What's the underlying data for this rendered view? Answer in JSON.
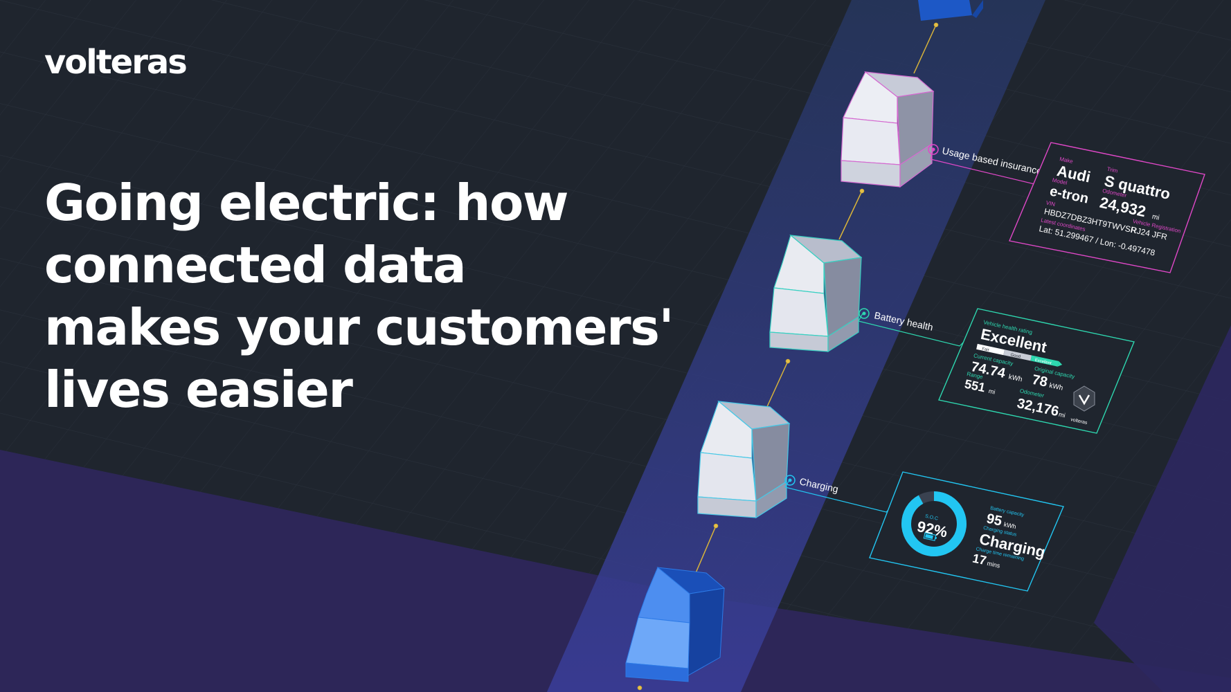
{
  "brand": {
    "logo_text": "volteras"
  },
  "headline": {
    "lines": [
      "Going electric: how",
      "connected data",
      "makes your customers'",
      "lives easier"
    ]
  },
  "colors": {
    "background": "#1f252e",
    "purple_floor": "#2d2658",
    "road": "#2a3a70",
    "insurance_accent": "#e048c8",
    "battery_accent": "#2ed8b0",
    "charging_accent": "#22c6f2"
  },
  "callouts": {
    "insurance": {
      "tag": "Usage based insurance",
      "make_label": "Make",
      "make": "Audi",
      "trim_label": "Trim",
      "trim": "S quattro",
      "model_label": "Model",
      "model": "e-tron",
      "odometer_label": "Odometer",
      "odometer": "24,932",
      "odometer_unit": "mi",
      "vin_label": "VIN",
      "vin": "HBDZ7DBZ3HT9TWVSR",
      "registration_label": "Vehicle Registration",
      "registration": "RJ24 JFR",
      "coords_label": "Latest coordinates",
      "coords": "Lat: 51.299467 / Lon: -0.497478"
    },
    "battery": {
      "tag": "Battery health",
      "rating_label": "Vehicle health rating",
      "rating": "Excellent",
      "scale": [
        "Fair",
        "Good",
        "Excellent"
      ],
      "current_label": "Current capacity",
      "current": "74.74",
      "current_unit": "kWh",
      "original_label": "Original capacity",
      "original": "78",
      "original_unit": "kWh",
      "range_label": "Range",
      "range": "551",
      "range_unit": "mi",
      "odometer_label": "Odometer",
      "odometer": "32,176",
      "odometer_unit": "mi",
      "badge_caption": "volteras"
    },
    "charging": {
      "tag": "Charging",
      "soc_label": "S.O.C",
      "soc": "92%",
      "soc_value": 92,
      "capacity_label": "Battery capacity",
      "capacity": "95",
      "capacity_unit": "kWh",
      "status_label": "Charging status",
      "status": "Charging",
      "time_label": "Charge time remaining",
      "time": "17",
      "time_unit": "mins"
    }
  }
}
